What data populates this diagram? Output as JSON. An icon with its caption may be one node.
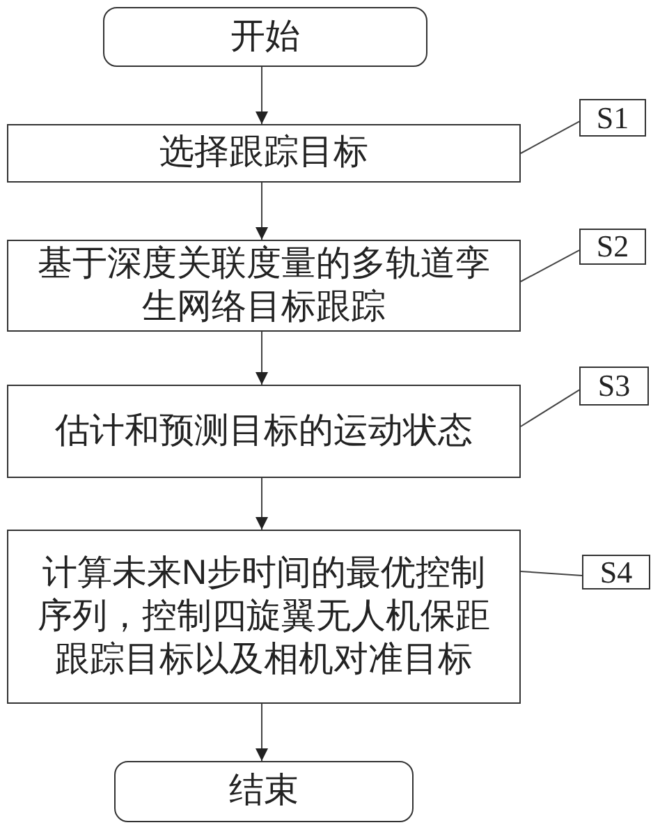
{
  "diagram": {
    "nodes": [
      {
        "text": [
          "开始"
        ]
      },
      {
        "text": [
          "S1"
        ]
      },
      {
        "text": [
          "选择跟踪目标"
        ]
      },
      {
        "text": [
          "S2"
        ]
      },
      {
        "text": [
          "基于深度关联度量的多轨道孪生网络目标跟踪"
        ]
      },
      {
        "text": [
          "S3"
        ]
      },
      {
        "text": [
          "估计和预测目标的运动状态"
        ]
      },
      {
        "text": [
          "S4"
        ]
      },
      {
        "text": [
          "计算未来N步时间的最优控制序列，控制四旋翼无人机保距跟踪目标以及相机对准目标"
        ]
      },
      {
        "text": [
          "结束"
        ]
      }
    ],
    "edges": [
      {
        "from": 0,
        "to": 2,
        "arrow": "to"
      },
      {
        "from": 1,
        "to": 2,
        "arrow": "none"
      },
      {
        "from": 2,
        "to": 4,
        "arrow": "to"
      },
      {
        "from": 3,
        "to": 4,
        "arrow": "none"
      },
      {
        "from": 4,
        "to": 6,
        "arrow": "to"
      },
      {
        "from": 5,
        "to": 6,
        "arrow": "none"
      },
      {
        "from": 6,
        "to": 8,
        "arrow": "to"
      },
      {
        "from": 7,
        "to": 8,
        "arrow": "none"
      },
      {
        "from": 8,
        "to": 9,
        "arrow": "to"
      }
    ]
  }
}
